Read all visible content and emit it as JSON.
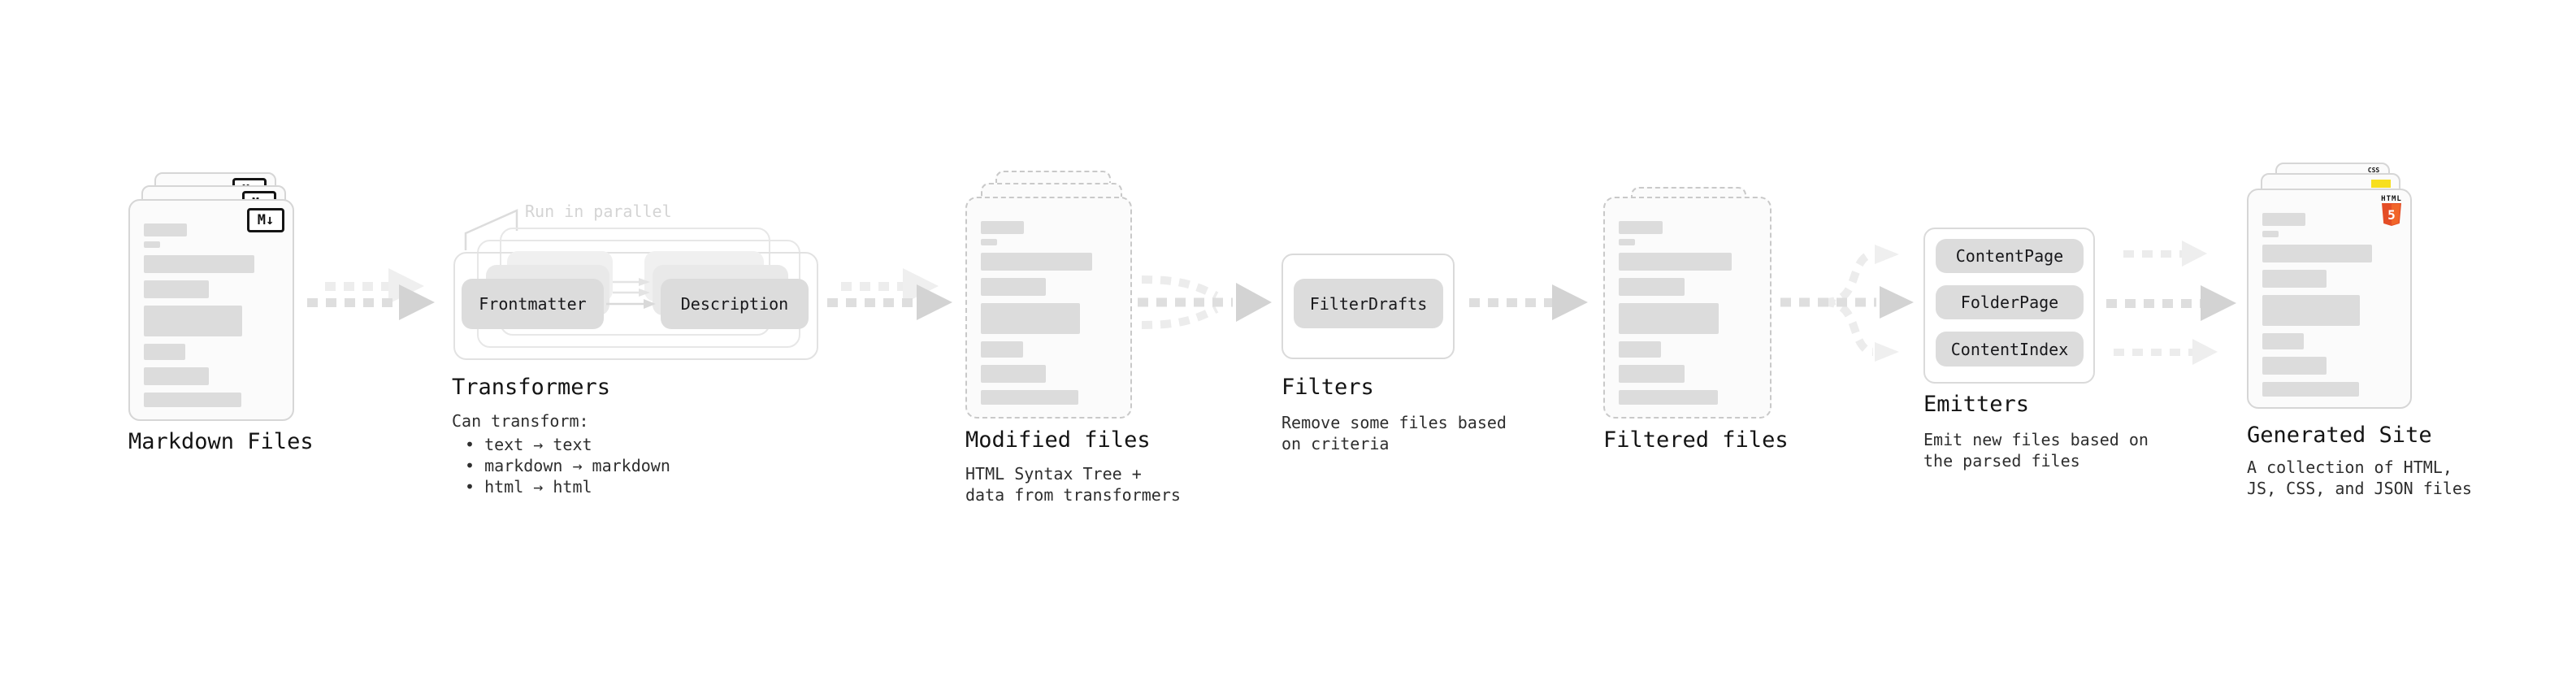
{
  "nodes": {
    "markdown": {
      "label": "Markdown Files",
      "icon_text": "M↓"
    },
    "transformers": {
      "note": "Run in parallel",
      "title": "Transformers",
      "chip_left": "Frontmatter",
      "chip_right": "Description",
      "desc_heading": "Can transform:",
      "bullets": [
        "• text → text",
        "• markdown → markdown",
        "• html → html"
      ]
    },
    "modified": {
      "label": "Modified files",
      "sub": [
        "HTML Syntax Tree +",
        "data from transformers"
      ]
    },
    "filters": {
      "title": "Filters",
      "chip": "FilterDrafts",
      "sub": [
        "Remove some files based",
        "on criteria"
      ]
    },
    "filtered": {
      "label": "Filtered files"
    },
    "emitters": {
      "title": "Emitters",
      "chips": [
        "ContentPage",
        "FolderPage",
        "ContentIndex"
      ],
      "sub": [
        "Emit new files based on",
        "the parsed files"
      ]
    },
    "generated": {
      "label": "Generated Site",
      "sub": [
        "A collection of HTML,",
        "JS, CSS, and JSON files"
      ],
      "badges": {
        "css": "CSS",
        "html_word": "HTML",
        "html_num": "5"
      }
    }
  },
  "colors": {
    "html5_orange": "#e44d26",
    "html5_orange_light": "#f16529",
    "js_yellow": "#f7df1e",
    "css_blue": "#2862e9"
  }
}
